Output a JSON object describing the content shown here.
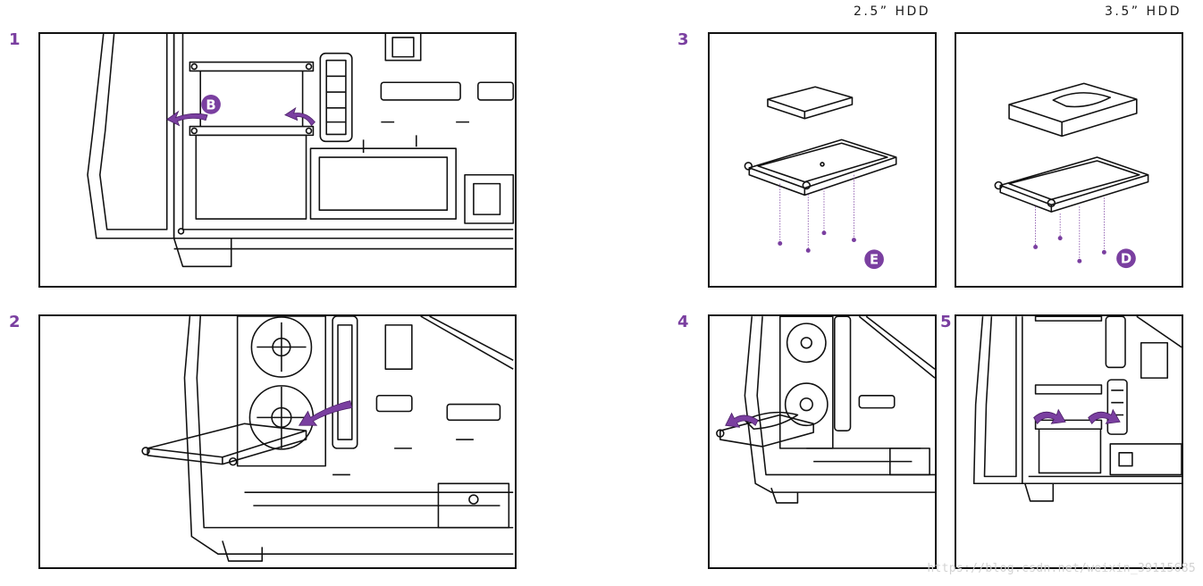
{
  "steps": [
    "1",
    "2",
    "3",
    "4",
    "5"
  ],
  "drive_types": {
    "small": "2.5” HDD",
    "large": "3.5” HDD"
  },
  "callouts": {
    "b": "B",
    "e": "E",
    "d": "D"
  },
  "colors": {
    "accent": "#7a3fa0",
    "line": "#111111"
  },
  "watermark": "https://blog.csdn.net/weixin_39115685",
  "icons": {
    "arrows": "purple-curved-arrow-icon",
    "screws": "screw-icon"
  }
}
